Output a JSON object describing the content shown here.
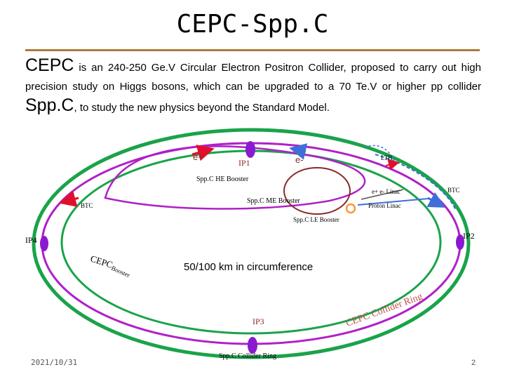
{
  "slide": {
    "title": "CEPC-Spp.C",
    "intro": {
      "term1": "CEPC",
      "text1": " is an 240-250 Ge.V Circular Electron Positron Collider, proposed to carry out high precision study on Higgs bosons, which can be upgraded to a 70 Te.V or higher pp collider ",
      "term2": "Spp.C",
      "text2": ", to study the new physics beyond the Standard Model."
    },
    "date": "2021/10/31",
    "page_number": "2"
  },
  "diagram": {
    "labels": {
      "e_plus": "e+",
      "e_minus": "e-",
      "ip1": "IP1",
      "ip2": "IP2",
      "ip3": "IP3",
      "ip4": "IP4",
      "ltb": "LTB",
      "btc_left": "BTC",
      "btc_right": "BTC",
      "he_booster": "Spp.C HE Booster",
      "me_booster": "Spp.C ME Booster",
      "le_booster": "Spp.C LE Booster",
      "linac": "e+ e- Linac",
      "proton_linac": "Proton Linac",
      "circumference": "50/100 km in circumference",
      "collider_ring": "Spp.C Collider Ring",
      "cepc_booster_1": "CEPC",
      "cepc_booster_2": "Booster",
      "cepc_collider_ring": "CEPC Collider Ring"
    },
    "colors": {
      "green_ring": "#1aa34a",
      "purple_ring": "#b020c8",
      "blue_ring": "#3f6fd8",
      "brown_ring": "#8b2a2a",
      "ip_marker": "#8a1ad0",
      "red_arrow": "#e0102a",
      "orange_ring": "#f39a3a",
      "cepc_text": "#c0504d"
    }
  }
}
